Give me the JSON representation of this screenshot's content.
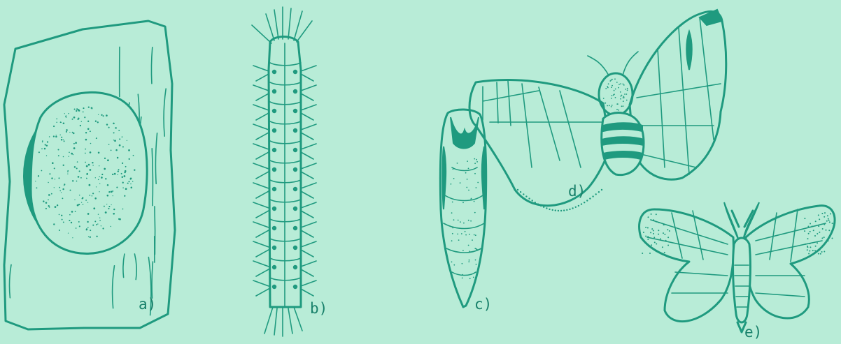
{
  "colors": {
    "background": "#b8ecd7",
    "ink": "#1f9a7f"
  },
  "panels": [
    {
      "id": "a",
      "label": "a)",
      "subject": "egg-mass-on-bark"
    },
    {
      "id": "b",
      "label": "b)",
      "subject": "larva"
    },
    {
      "id": "c",
      "label": "c)",
      "subject": "pupa"
    },
    {
      "id": "d",
      "label": "d)",
      "subject": "female-moth"
    },
    {
      "id": "e",
      "label": "e)",
      "subject": "male-moth"
    }
  ]
}
